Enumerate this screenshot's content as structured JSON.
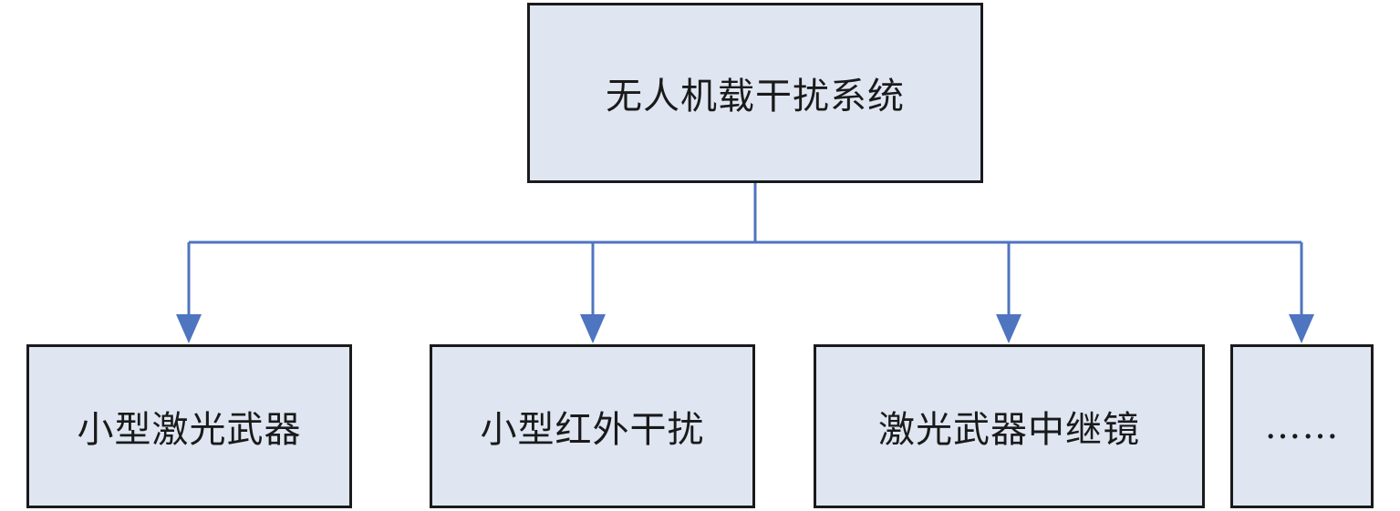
{
  "diagram": {
    "root": {
      "label": "无人机载干扰系统"
    },
    "children": [
      {
        "label": "小型激光武器"
      },
      {
        "label": "小型红外干扰"
      },
      {
        "label": "激光武器中继镜"
      },
      {
        "label": "……"
      }
    ]
  },
  "colors": {
    "box_fill": "#dfe6f2",
    "box_border": "#1a1a1a",
    "connector": "#4f74c0",
    "text": "#1a1a1a"
  }
}
